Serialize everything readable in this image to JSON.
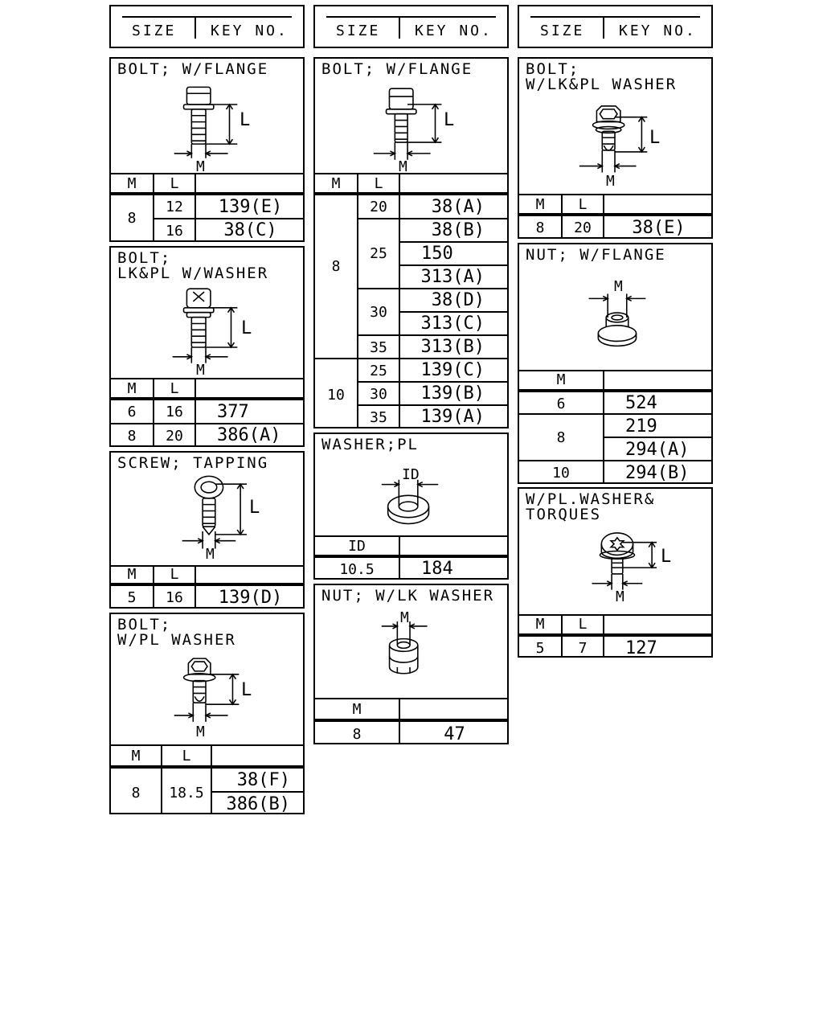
{
  "headers": [
    {
      "size": "SIZE",
      "key": "KEY NO."
    },
    {
      "size": "SIZE",
      "key": "KEY NO."
    },
    {
      "size": "SIZE",
      "key": "KEY NO."
    }
  ],
  "labels": {
    "m": "M",
    "l": "L",
    "id": "ID"
  },
  "bolt_flange_1": {
    "title": "BOLT; W/FLANGE",
    "rows": [
      {
        "m": "8",
        "l": "12",
        "key": "139(E)"
      },
      {
        "l": "16",
        "key": "38(C)"
      }
    ]
  },
  "bolt_lkpl_washer": {
    "title_line1": "BOLT;",
    "title_line2": "LK&PL W/WASHER",
    "rows": [
      {
        "m": "6",
        "l": "16",
        "key": "377"
      },
      {
        "m": "8",
        "l": "20",
        "key": "386(A)"
      }
    ]
  },
  "screw_tapping": {
    "title": "SCREW; TAPPING",
    "rows": [
      {
        "m": "5",
        "l": "16",
        "key": "139(D)"
      }
    ]
  },
  "bolt_pl_washer": {
    "title_line1": "BOLT;",
    "title_line2": "W/PL WASHER",
    "m": "8",
    "l": "18.5",
    "keys": [
      "38(F)",
      "386(B)"
    ]
  },
  "bolt_flange_2": {
    "title": "BOLT; W/FLANGE",
    "m8": "8",
    "m10": "10",
    "l20": "20",
    "key20": "38(A)",
    "l25": "25",
    "key25": [
      "38(B)",
      "150",
      "313(A)"
    ],
    "l30": "30",
    "key30": [
      "38(D)",
      "313(C)"
    ],
    "l35": "35",
    "key35": "313(B)",
    "l25b": "25",
    "key25b": "139(C)",
    "l30b": "30",
    "key30b": "139(B)",
    "l35b": "35",
    "key35b": "139(A)"
  },
  "washer_pl": {
    "title": "WASHER;PL",
    "id": "10.5",
    "key": "184"
  },
  "nut_lk_washer": {
    "title": "NUT; W/LK WASHER",
    "m": "8",
    "key": "47"
  },
  "bolt_lkpl_washer_2": {
    "title_line1": "BOLT;",
    "title_line2": "W/LK&PL WASHER",
    "m": "8",
    "l": "20",
    "key": "38(E)"
  },
  "nut_flange": {
    "title": "NUT; W/FLANGE",
    "m6": "6",
    "key6": "524",
    "m8": "8",
    "key8": [
      "219",
      "294(A)"
    ],
    "m10": "10",
    "key10": "294(B)"
  },
  "torques": {
    "title_line1": "W/PL.WASHER&",
    "title_line2": "TORQUES",
    "m": "5",
    "l": "7",
    "key": "127"
  }
}
